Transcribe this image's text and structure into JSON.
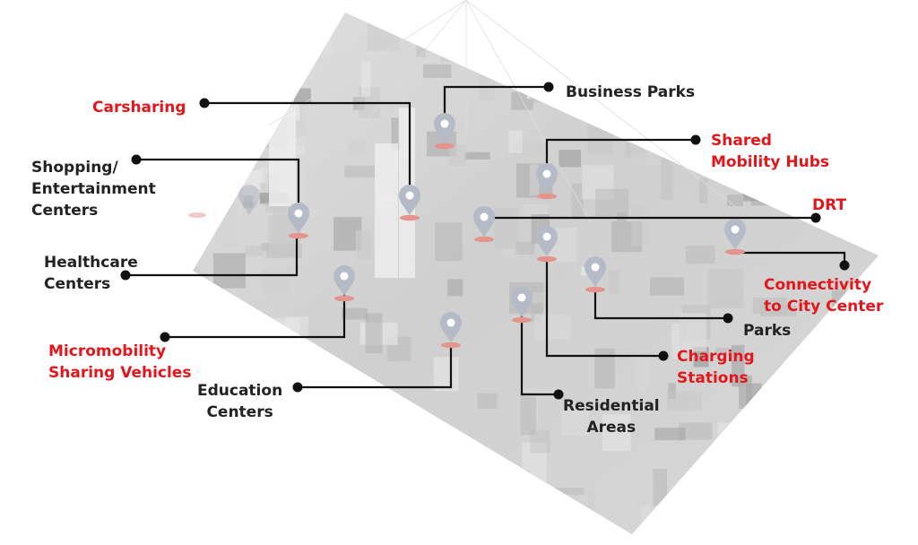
{
  "colors": {
    "accent_red": "#e3161b",
    "label_dark": "#222222",
    "connector": "#111111",
    "pin": "#b4bac6",
    "pin_shadow": "#e4948d"
  },
  "labels": {
    "business_parks": [
      "Business Parks"
    ],
    "carsharing": [
      "Carsharing"
    ],
    "shared_mobility_hubs": [
      "Shared",
      "Mobility Hubs"
    ],
    "shopping_entertainment": [
      "Shopping/",
      "Entertainment",
      "Centers"
    ],
    "drt": [
      "DRT"
    ],
    "healthcare_centers": [
      "Healthcare",
      "Centers"
    ],
    "connectivity_city_center": [
      "Connectivity",
      "to City Center"
    ],
    "parks": [
      "Parks"
    ],
    "micromobility": [
      "Micromobility",
      "Sharing Vehicles"
    ],
    "charging_stations": [
      "Charging",
      "Stations"
    ],
    "education_centers": [
      "Education",
      "Centers"
    ],
    "residential_areas": [
      "Residential",
      "Areas"
    ]
  },
  "icons": {
    "pin": "map-pin-icon",
    "connector_dot": "connector-dot-icon"
  }
}
